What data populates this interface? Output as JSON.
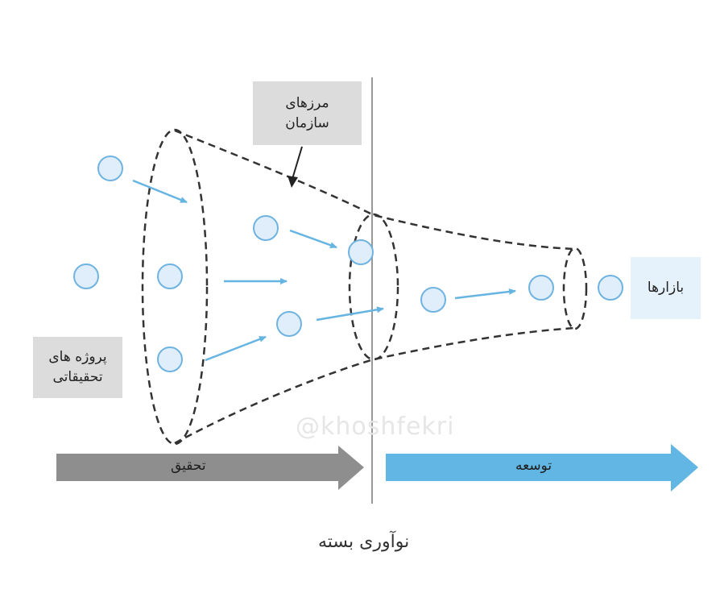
{
  "labels": {
    "org_boundary": "مرزهای سازمان",
    "org_boundary_line1": "مرزهای",
    "org_boundary_line2": "سازمان",
    "research_projects_line1": "پروژه های",
    "research_projects_line2": "تحقیقاتی",
    "markets": "بازارها"
  },
  "stages": {
    "research": "تحقیق",
    "development": "توسعه"
  },
  "watermark": "@khoshfekri",
  "caption": "نوآوری بسته",
  "colors": {
    "bubble_fill": "#dfeefa",
    "bubble_stroke": "#6fb4e0",
    "flow_arrow": "#66b4e2",
    "research_arrow": "#8e8e8e",
    "development_arrow": "#62b6e4",
    "funnel_dash": "#333333",
    "boundary_line": "#999999",
    "label_gray": "#dcdcdc",
    "label_blue": "#e5f2fb"
  }
}
